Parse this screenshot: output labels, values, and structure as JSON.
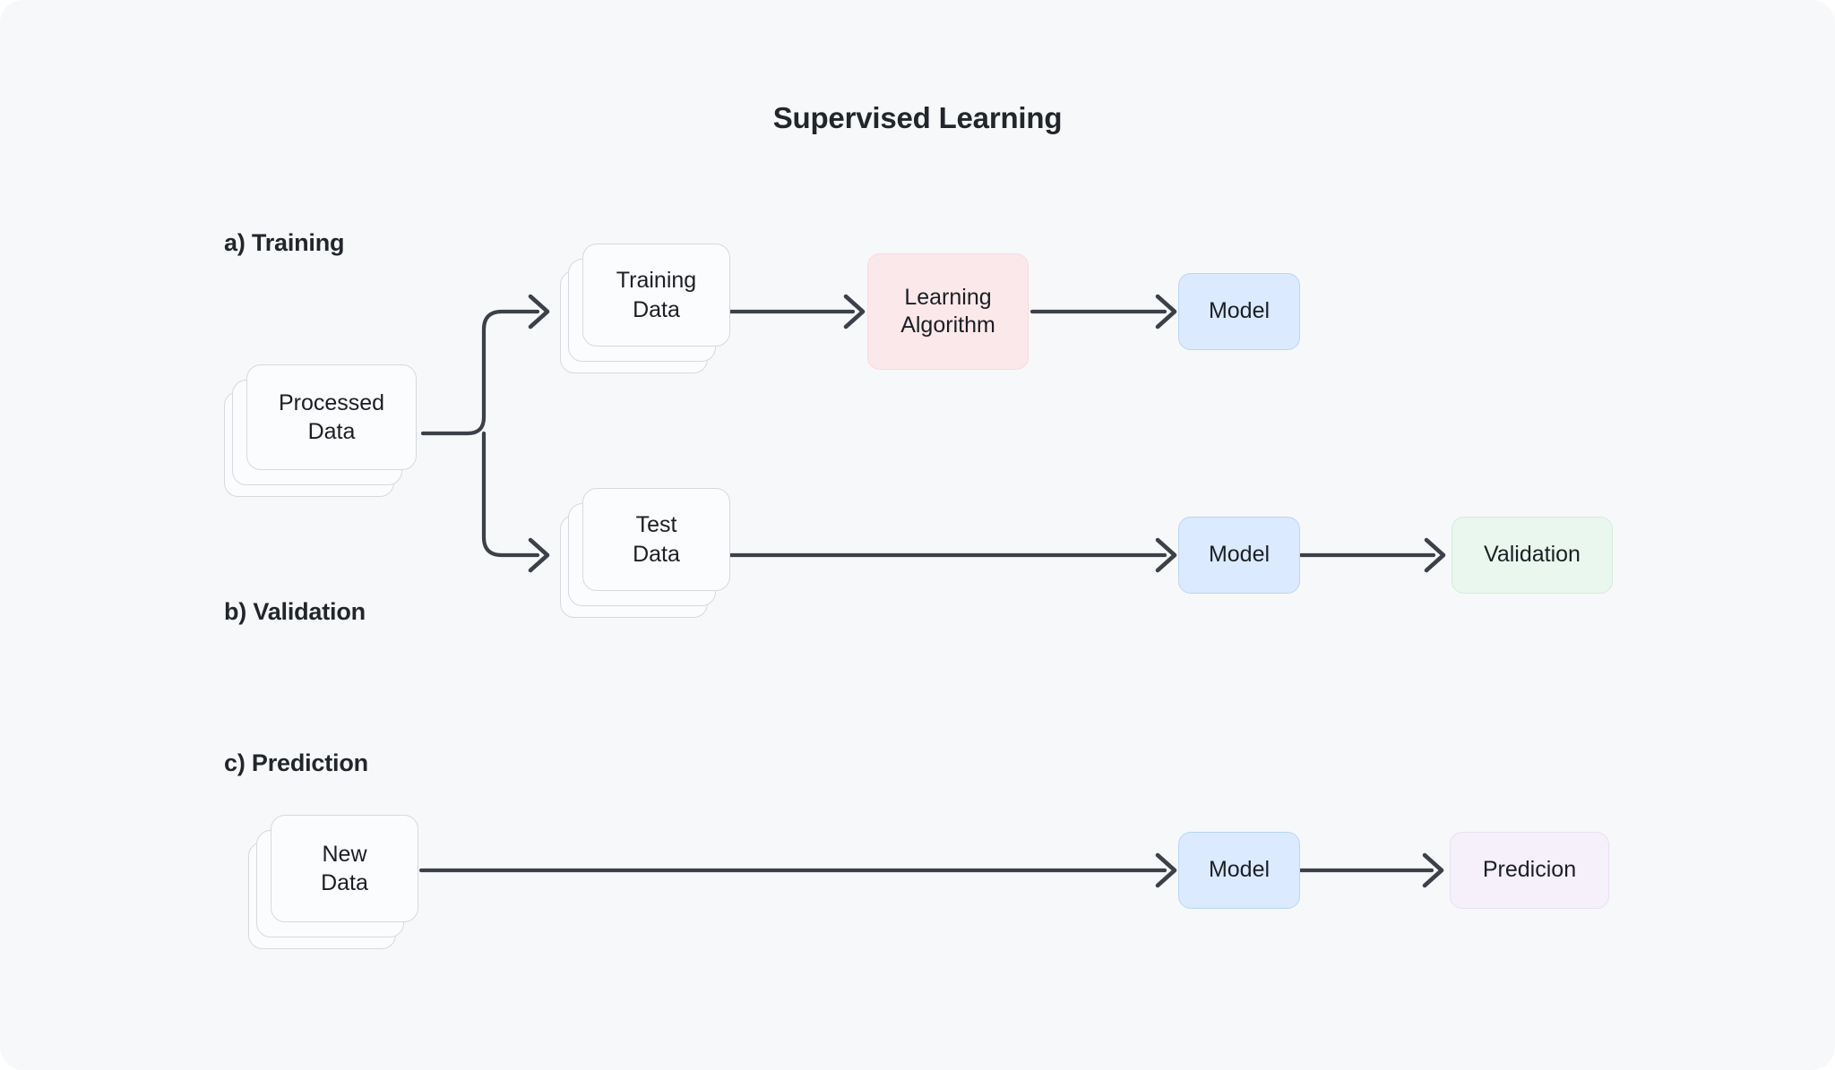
{
  "page": {
    "title": "Supervised Learning",
    "background_color": "#f7f8fa",
    "text_color": "#22262b"
  },
  "sections": {
    "training": {
      "label": "a) Training"
    },
    "validation": {
      "label": "b) Validation"
    },
    "prediction": {
      "label": "c) Prediction"
    }
  },
  "nodes": {
    "processed_data": {
      "label": "Processed\nData",
      "kind": "data-stack",
      "color": "#fbfcfd"
    },
    "training_data": {
      "label": "Training\nData",
      "kind": "data-stack",
      "color": "#fbfcfd"
    },
    "test_data": {
      "label": "Test\nData",
      "kind": "data-stack",
      "color": "#fbfcfd"
    },
    "new_data": {
      "label": "New\nData",
      "kind": "data-stack",
      "color": "#fbfcfd"
    },
    "learning_algorithm": {
      "label": "Learning\nAlgorithm",
      "kind": "process",
      "color": "#fbe8ea"
    },
    "model_training": {
      "label": "Model",
      "kind": "artifact",
      "color": "#dbeafe"
    },
    "model_validation": {
      "label": "Model",
      "kind": "artifact",
      "color": "#dbeafe"
    },
    "model_prediction": {
      "label": "Model",
      "kind": "artifact",
      "color": "#dbeafe"
    },
    "validation_output": {
      "label": "Validation",
      "kind": "output",
      "color": "#e9f7ee"
    },
    "prediction_output": {
      "label": "Predicion",
      "kind": "output",
      "color": "#f5f0fa"
    }
  },
  "edges": [
    {
      "from": "processed_data",
      "to": "training_data",
      "style": "branch-up"
    },
    {
      "from": "processed_data",
      "to": "test_data",
      "style": "branch-down"
    },
    {
      "from": "training_data",
      "to": "learning_algorithm",
      "style": "straight"
    },
    {
      "from": "learning_algorithm",
      "to": "model_training",
      "style": "straight"
    },
    {
      "from": "test_data",
      "to": "model_validation",
      "style": "straight-long"
    },
    {
      "from": "model_validation",
      "to": "validation_output",
      "style": "straight"
    },
    {
      "from": "new_data",
      "to": "model_prediction",
      "style": "straight-long"
    },
    {
      "from": "model_prediction",
      "to": "prediction_output",
      "style": "straight"
    }
  ],
  "style": {
    "arrow_color": "#3c4149",
    "card_border_color": "#d6d9de"
  }
}
